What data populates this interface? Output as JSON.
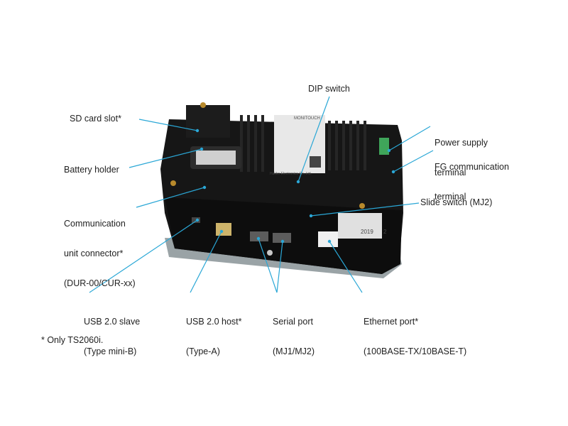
{
  "labels": {
    "dip_switch": "DIP switch",
    "sd_card_slot": "SD card slot*",
    "battery_holder": "Battery holder",
    "power_supply_terminal": [
      "Power supply",
      "terminal"
    ],
    "fg_terminal": [
      "FG communication",
      "terminal"
    ],
    "comm_unit_connector": [
      "Communication",
      "unit connector*",
      "(DUR-00/CUR-xx)"
    ],
    "slide_switch": "Slide switch (MJ2)",
    "usb_slave": [
      "USB 2.0 slave",
      "(Type mini-B)"
    ],
    "usb_host": [
      "USB 2.0 host*",
      "(Type-A)"
    ],
    "serial_port": [
      "Serial port",
      "(MJ1/MJ2)"
    ],
    "ethernet_port": [
      "Ethernet port*",
      "(100BASE-TX/10BASE-T)"
    ]
  },
  "device_label": {
    "brand": "MONITOUCH",
    "maker": "Hakko Electronics Co.,Ltd.",
    "year": "2019",
    "lot": "2"
  },
  "footnote": "* Only TS2060i.",
  "colors": {
    "leader": "#2aa7d6",
    "housing": "#161616",
    "bezel": "#9aa3a6",
    "terminal_green": "#3fa55a",
    "label_sticker": "#e8e8e8"
  }
}
